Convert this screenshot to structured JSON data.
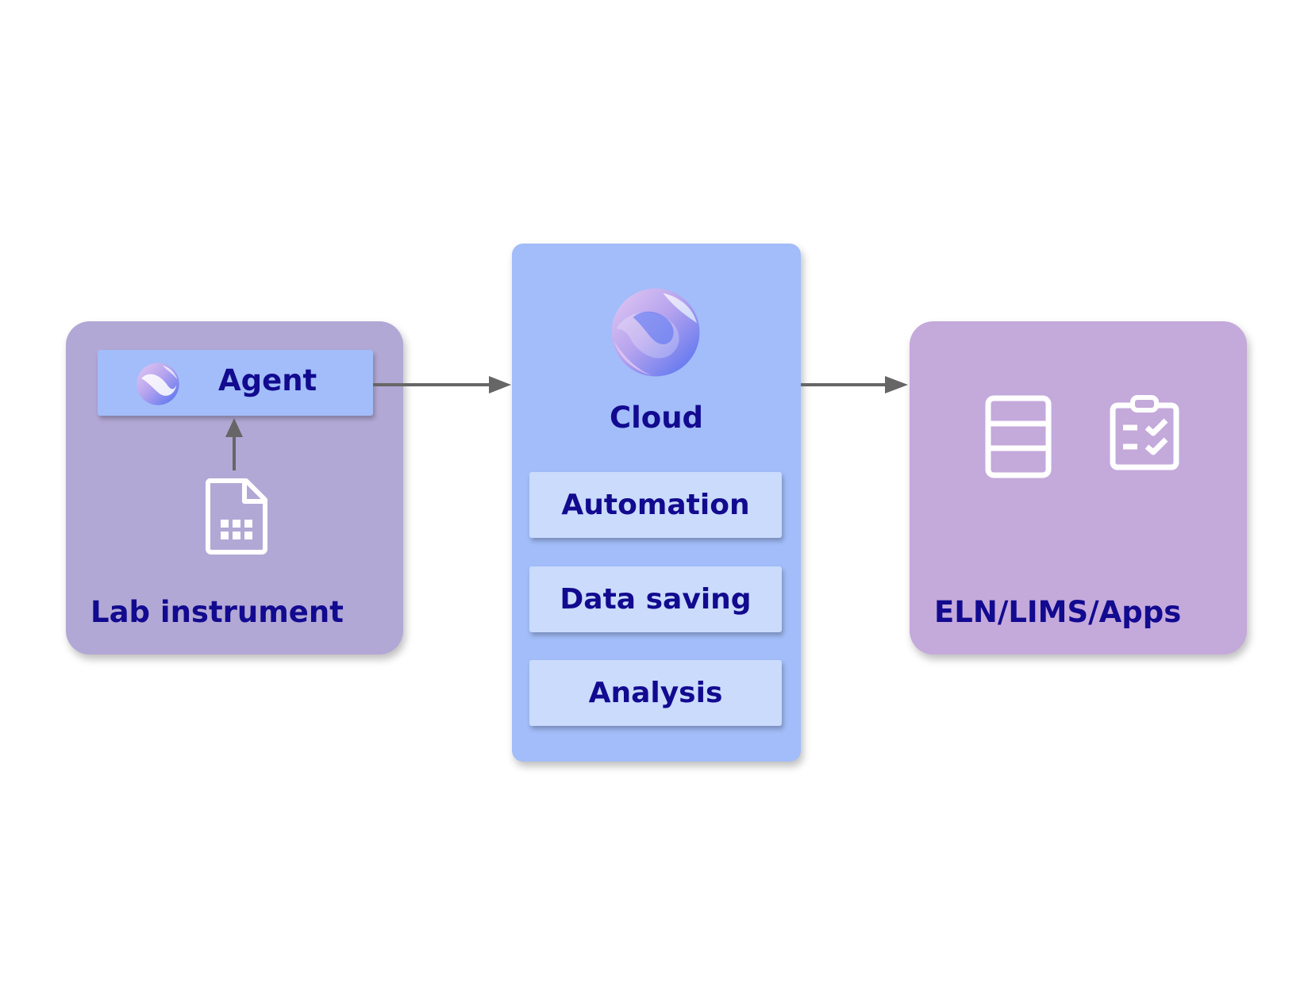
{
  "diagram": {
    "lab": {
      "agent_label": "Agent",
      "title": "Lab instrument",
      "agent_icon": "agent-logo-icon",
      "file_icon": "spreadsheet-file-icon"
    },
    "cloud": {
      "title": "Cloud",
      "logo_icon": "cloud-logo-icon",
      "items": [
        {
          "label": "Automation"
        },
        {
          "label": "Data saving"
        },
        {
          "label": "Analysis"
        }
      ]
    },
    "apps": {
      "title": "ELN/LIMS/Apps",
      "icons": [
        "database-icon",
        "clipboard-checklist-icon"
      ]
    }
  },
  "colors": {
    "lab_panel": "#b2a8d5",
    "cloud_panel": "#a2bdf9",
    "cloud_item": "#cadbfc",
    "apps_panel": "#c4a9db",
    "text": "#120a8f",
    "arrow": "#666666"
  }
}
